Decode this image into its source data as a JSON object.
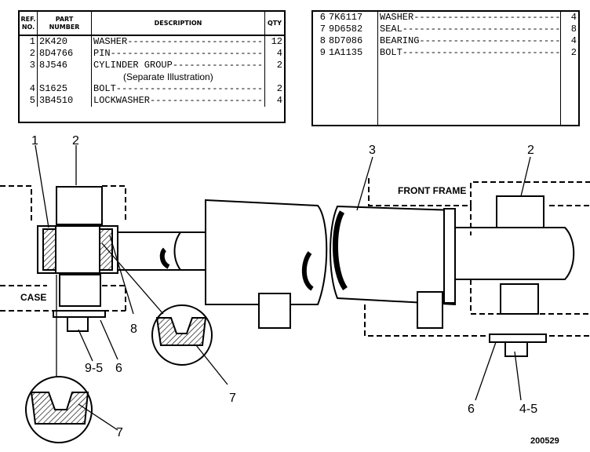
{
  "parts_table_left": {
    "headers": {
      "ref": "REF.\nNO.",
      "part": "PART\nNUMBER",
      "desc": "DESCRIPTION",
      "qty": "QTY"
    },
    "rows": [
      {
        "ref": "1",
        "part": "2K420",
        "desc": "WASHER----------------------------",
        "qty": "12"
      },
      {
        "ref": "2",
        "part": "8D4766",
        "desc": "PIN------------------------------",
        "qty": "4"
      },
      {
        "ref": "3",
        "part": "8J546",
        "desc": "CYLINDER GROUP-------------------",
        "qty": "2"
      },
      {
        "ref": "",
        "part": "",
        "desc": "(Separate Illustration)",
        "qty": ""
      },
      {
        "ref": "4",
        "part": "S1625",
        "desc": "BOLT------------------------------",
        "qty": "2"
      },
      {
        "ref": "5",
        "part": "3B4510",
        "desc": "LOCKWASHER-----------------------",
        "qty": "4"
      }
    ]
  },
  "parts_table_right": {
    "rows": [
      {
        "ref": "6",
        "part": "7K6117",
        "desc": "WASHER-------------------------------",
        "qty": "4"
      },
      {
        "ref": "7",
        "part": "9D6582",
        "desc": "SEAL---------------------------------",
        "qty": "8"
      },
      {
        "ref": "8",
        "part": "8D7086",
        "desc": "BEARING------------------------------",
        "qty": "4"
      },
      {
        "ref": "9",
        "part": "1A1135",
        "desc": "BOLT---------------------------------",
        "qty": "2"
      }
    ]
  },
  "diagram": {
    "front_frame_label": "FRONT FRAME",
    "case_label": "CASE",
    "callouts": {
      "c1": "1",
      "c2_left": "2",
      "c3": "3",
      "c2_right": "2",
      "c8": "8",
      "c9_5": "9-5",
      "c6_left": "6",
      "c7_mid": "7",
      "c7_bottom": "7",
      "c6_right": "6",
      "c4_5": "4-5"
    },
    "figure_number": "200529"
  }
}
